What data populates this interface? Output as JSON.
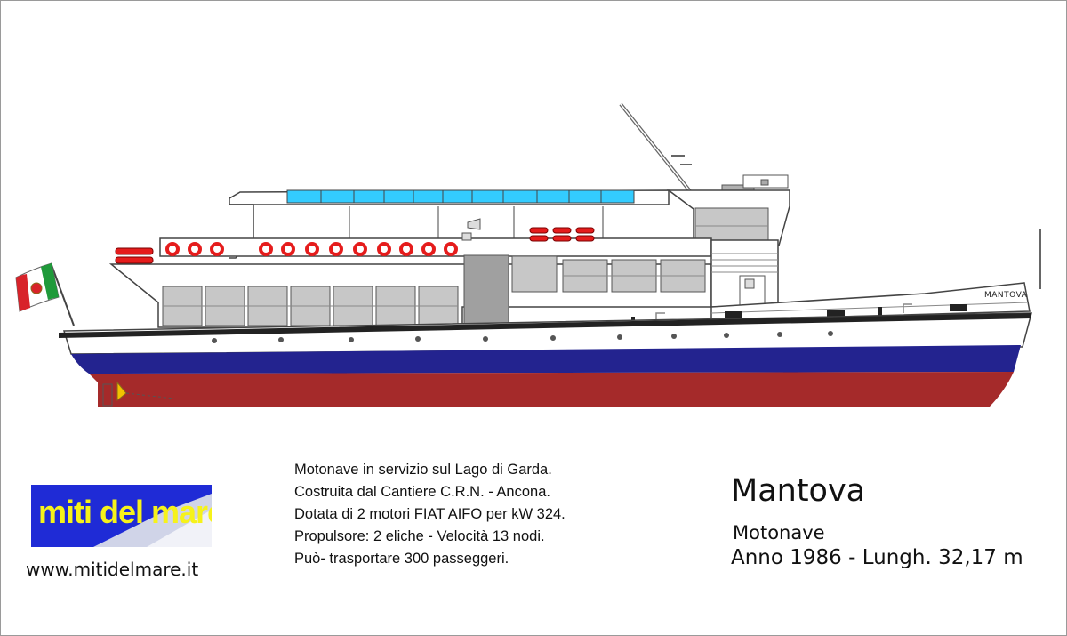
{
  "ship": {
    "hull_name": "MANTOVA",
    "colors": {
      "hull_white": "#ffffff",
      "hull_blue": "#23238f",
      "hull_red": "#a52a2a",
      "lifebuoy_red": "#e51c1c",
      "window_gray": "#c7c7c7",
      "roof_glass": "#33ccff",
      "flag_green": "#1f9a3a",
      "flag_red": "#d8232a"
    }
  },
  "logo": {
    "text": "miti del mare",
    "bg_color": "#1f2bd6",
    "text_color": "#f6f21a"
  },
  "website": "www.mitidelmare.it",
  "description": [
    "Motonave in servizio sul Lago di Garda.",
    "Costruita dal Cantiere C.R.N. - Ancona.",
    "Dotata di 2 motori FIAT AIFO per kW 324.",
    "Propulsore: 2 eliche - Velocità 13 nodi.",
    "Può- trasportare 300 passeggeri."
  ],
  "title": {
    "name": "Mantova",
    "type": "Motonave",
    "specs": "Anno 1986 - Lungh. 32,17 m"
  }
}
